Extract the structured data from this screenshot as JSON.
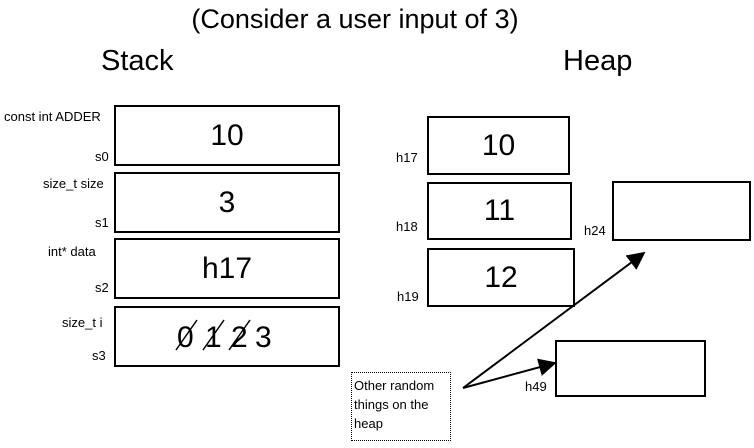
{
  "title": "(Consider a user input of 3)",
  "stack": {
    "heading": "Stack",
    "slots": [
      {
        "name": "const int ADDER",
        "addr": "s0",
        "value": "10"
      },
      {
        "name": "size_t size",
        "addr": "s1",
        "value": "3"
      },
      {
        "name": "int* data",
        "addr": "s2",
        "value": "h17"
      },
      {
        "name": "size_t i",
        "addr": "s3",
        "history": [
          "0",
          "1",
          "2"
        ],
        "value": "3"
      }
    ]
  },
  "heap": {
    "heading": "Heap",
    "cells": [
      {
        "addr": "h17",
        "value": "10"
      },
      {
        "addr": "h18",
        "value": "11"
      },
      {
        "addr": "h19",
        "value": "12"
      },
      {
        "addr": "h24",
        "value": ""
      },
      {
        "addr": "h49",
        "value": ""
      }
    ]
  },
  "note": "Other random things on the heap"
}
